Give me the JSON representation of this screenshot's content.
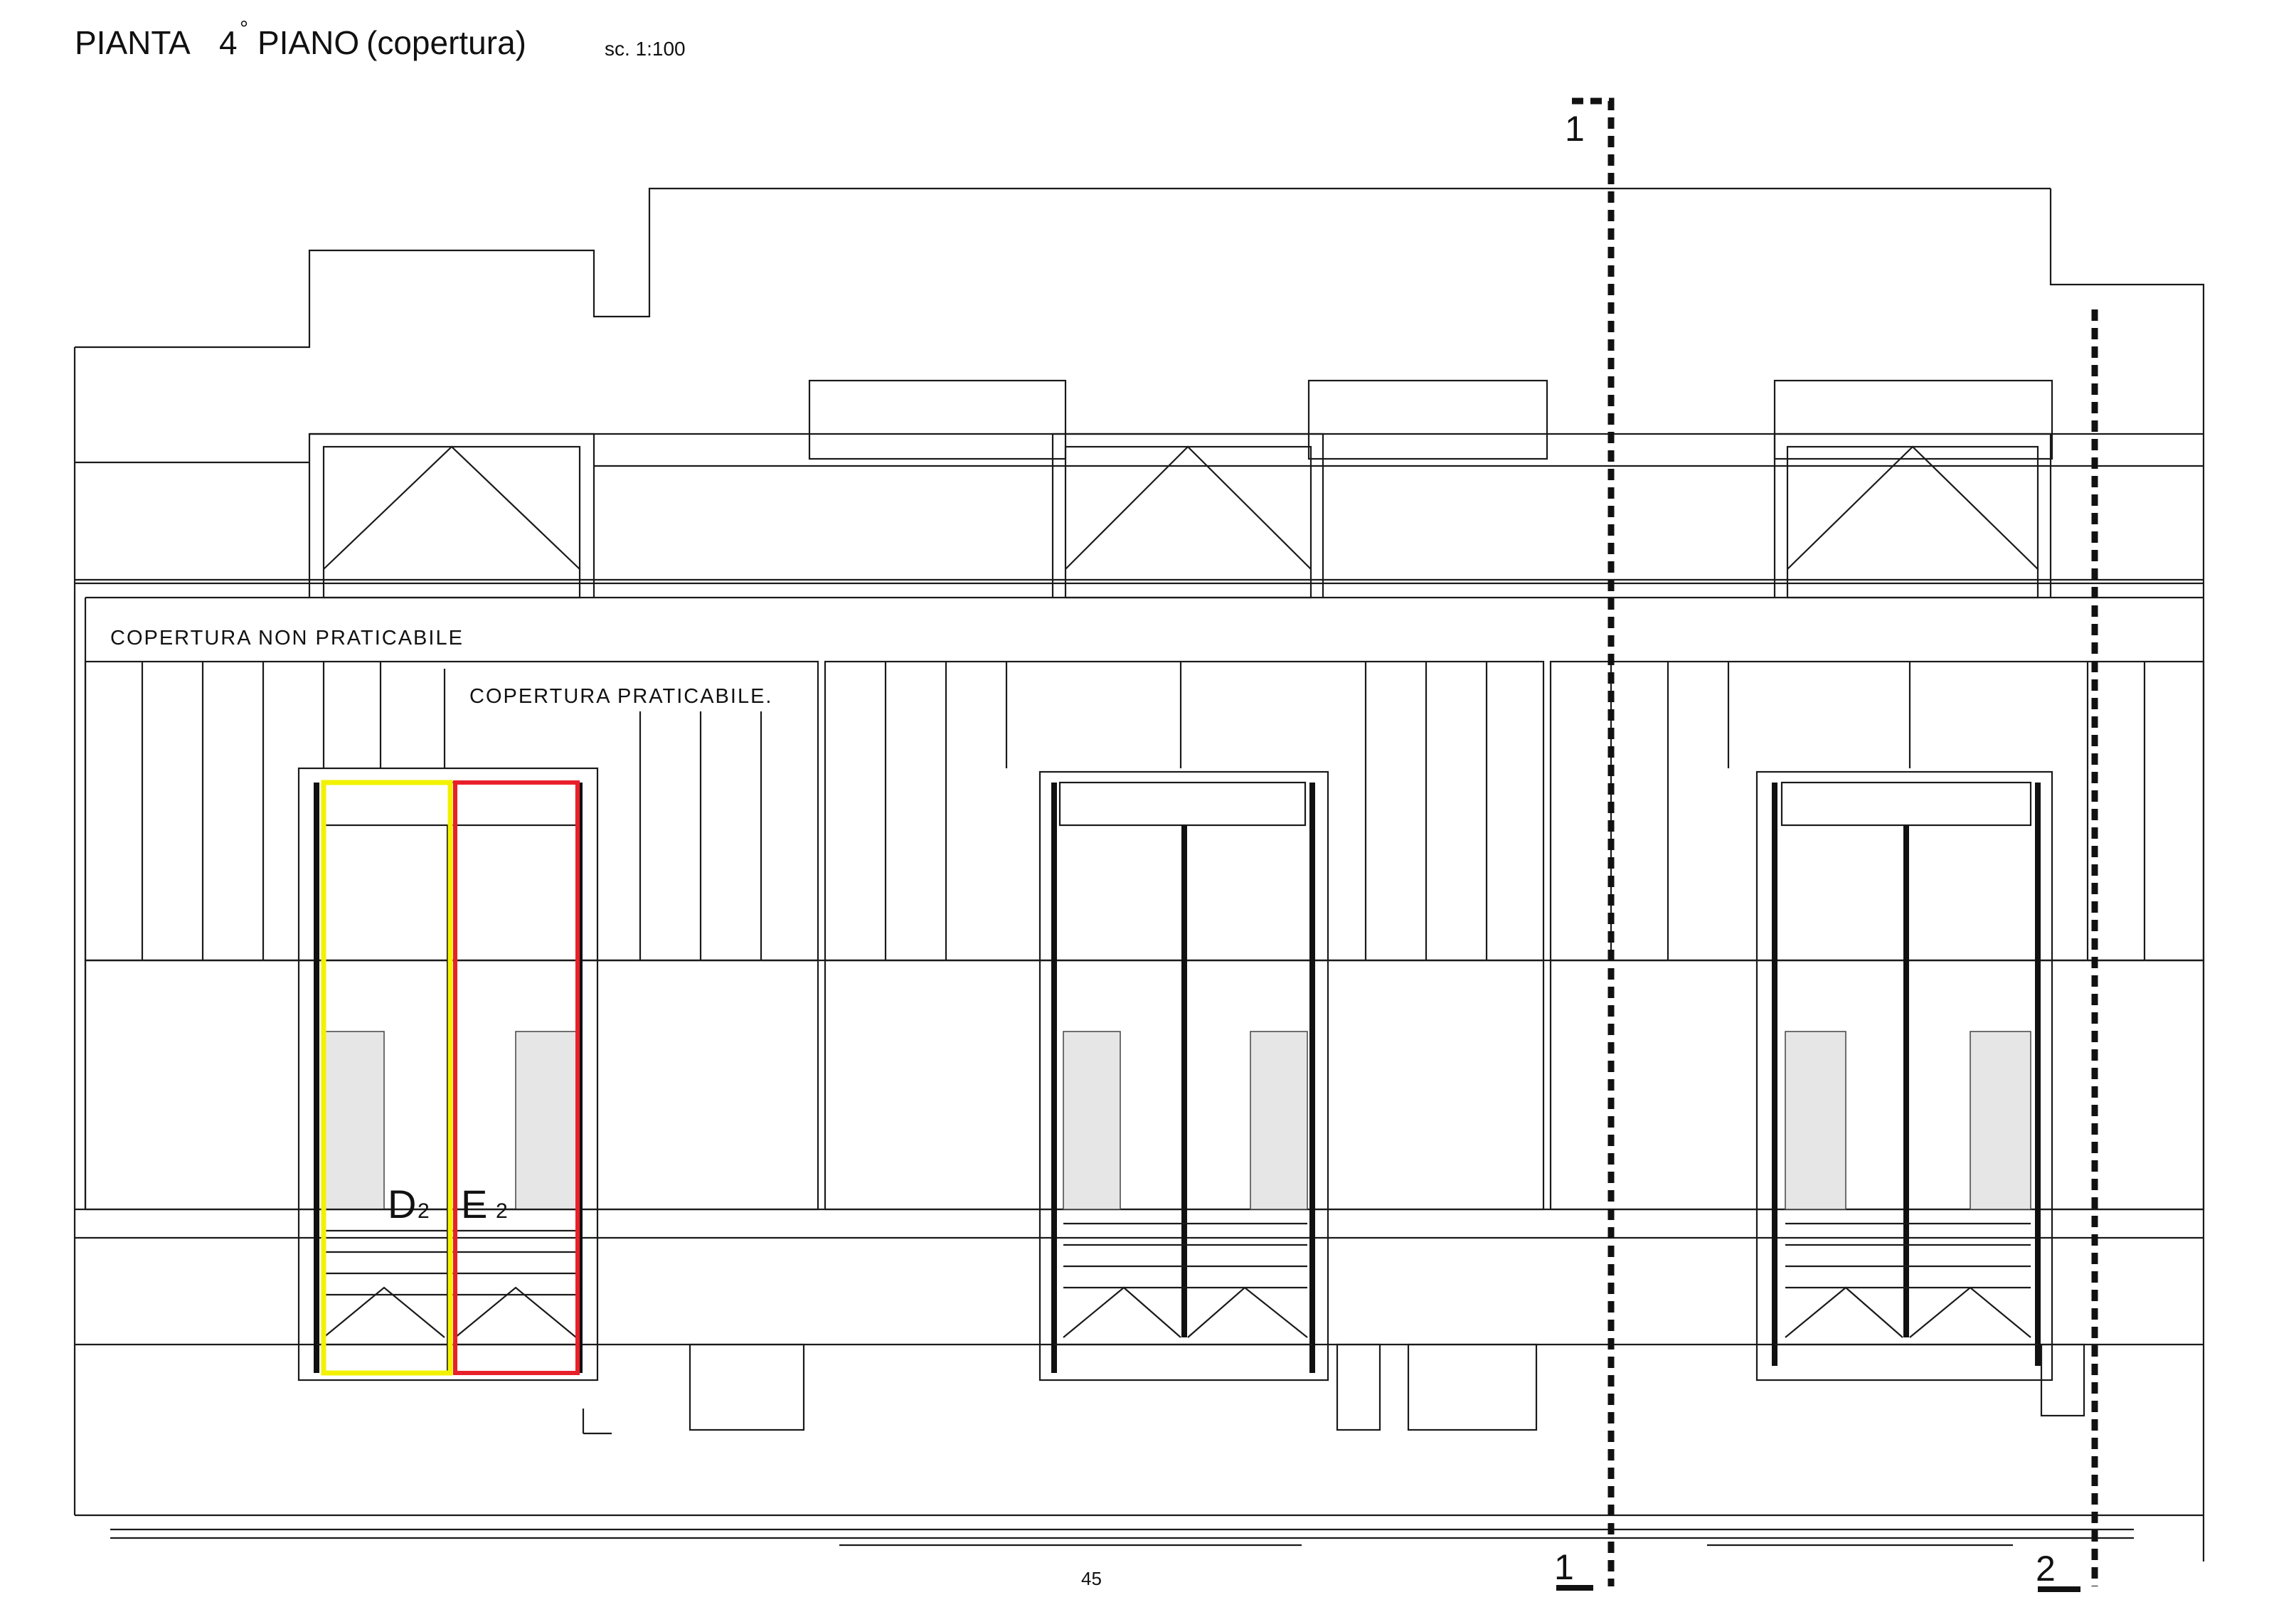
{
  "title": {
    "main": "PIANTA",
    "floor_number": "4",
    "floor_superscript": "°",
    "floor_word": "PIANO",
    "subtitle": "(copertura)",
    "scale": "sc. 1:100"
  },
  "roof_labels": {
    "non_walkable": "COPERTURA NON PRATICABILE",
    "walkable": "COPERTURA PRATICABILE."
  },
  "units": [
    {
      "id": "D",
      "subscript": "2",
      "highlight_color": "#f2f200"
    },
    {
      "id": "E",
      "subscript": "2",
      "highlight_color": "#e8202a"
    }
  ],
  "section_markers": {
    "line1_top": "1",
    "line1_bottom": "1",
    "line2_bottom": "2"
  },
  "page_number": "45",
  "colors": {
    "ink": "#111111",
    "paper": "#ffffff",
    "highlight_yellow": "#f2f200",
    "highlight_red": "#e8202a"
  }
}
